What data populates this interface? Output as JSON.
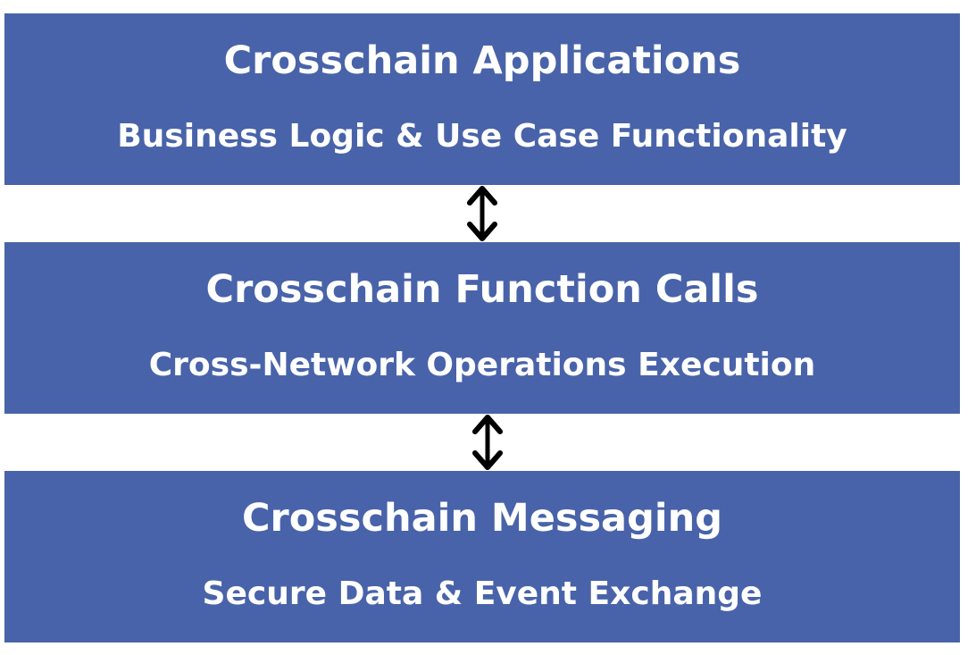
{
  "colors": {
    "box_fill": "#4863A9",
    "box_text": "#FFFFFF",
    "arrow": "#000000",
    "background": "#FFFFFF"
  },
  "layers": [
    {
      "title": "Crosschain Applications",
      "subtitle": "Business Logic & Use Case Functionality"
    },
    {
      "title": "Crosschain Function Calls",
      "subtitle": "Cross-Network Operations Execution"
    },
    {
      "title": "Crosschain Messaging",
      "subtitle": "Secure Data & Event Exchange"
    }
  ],
  "connectors": [
    {
      "from": "Crosschain Applications",
      "to": "Crosschain Function Calls",
      "direction": "bidirectional",
      "icon": "double-arrow-vertical-icon"
    },
    {
      "from": "Crosschain Function Calls",
      "to": "Crosschain Messaging",
      "direction": "bidirectional",
      "icon": "double-arrow-vertical-icon"
    }
  ]
}
